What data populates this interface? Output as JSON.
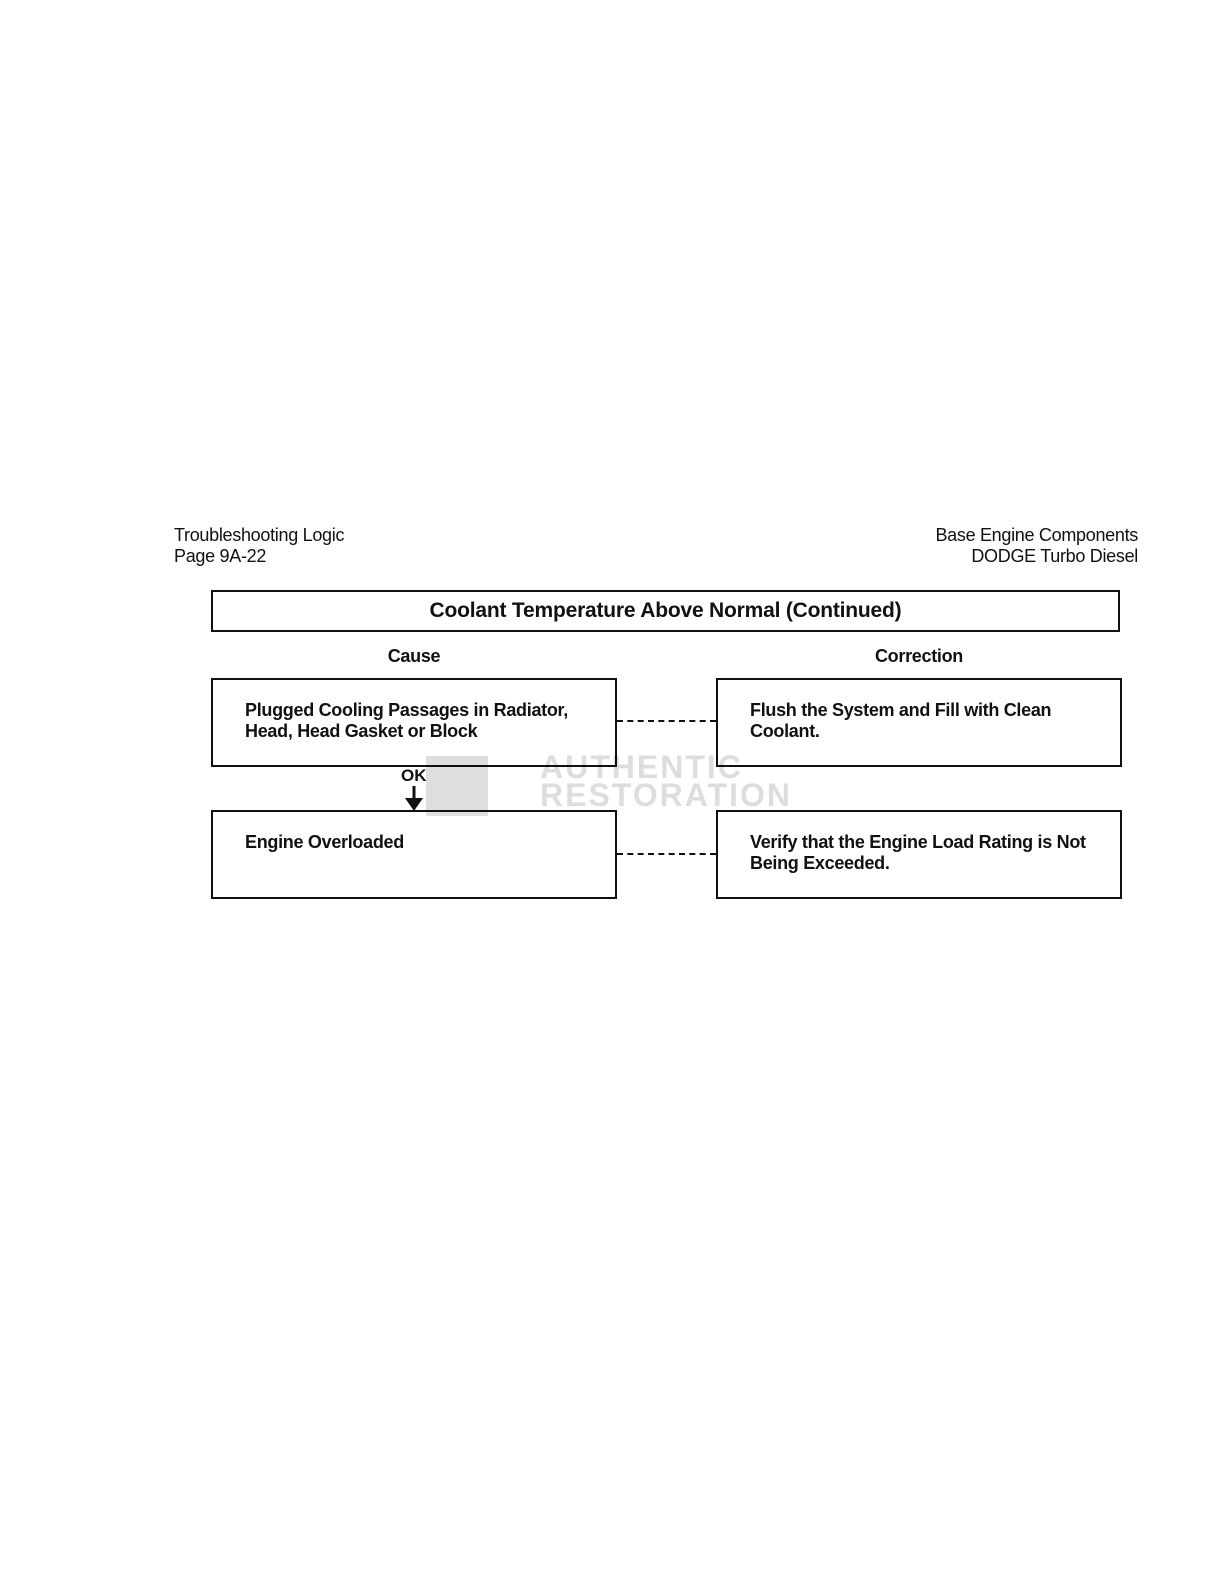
{
  "header": {
    "left_line1": "Troubleshooting Logic",
    "left_line2": "Page 9A-22",
    "right_line1": "Base Engine Components",
    "right_line2": "DODGE Turbo Diesel"
  },
  "chart": {
    "title": "Coolant Temperature Above Normal (Continued)",
    "cause_heading": "Cause",
    "correction_heading": "Correction",
    "rows": [
      {
        "cause": "Plugged Cooling Passages in Radiator, Head, Head Gasket or Block",
        "correction": "Flush the System and Fill with Clean Coolant."
      },
      {
        "cause": "Engine Overloaded",
        "correction": "Verify that the Engine Load Rating is Not Being Exceeded."
      }
    ],
    "connector_label": "OK"
  },
  "watermark": {
    "line1": "AUTHENTIC",
    "line2": "RESTORATION"
  }
}
